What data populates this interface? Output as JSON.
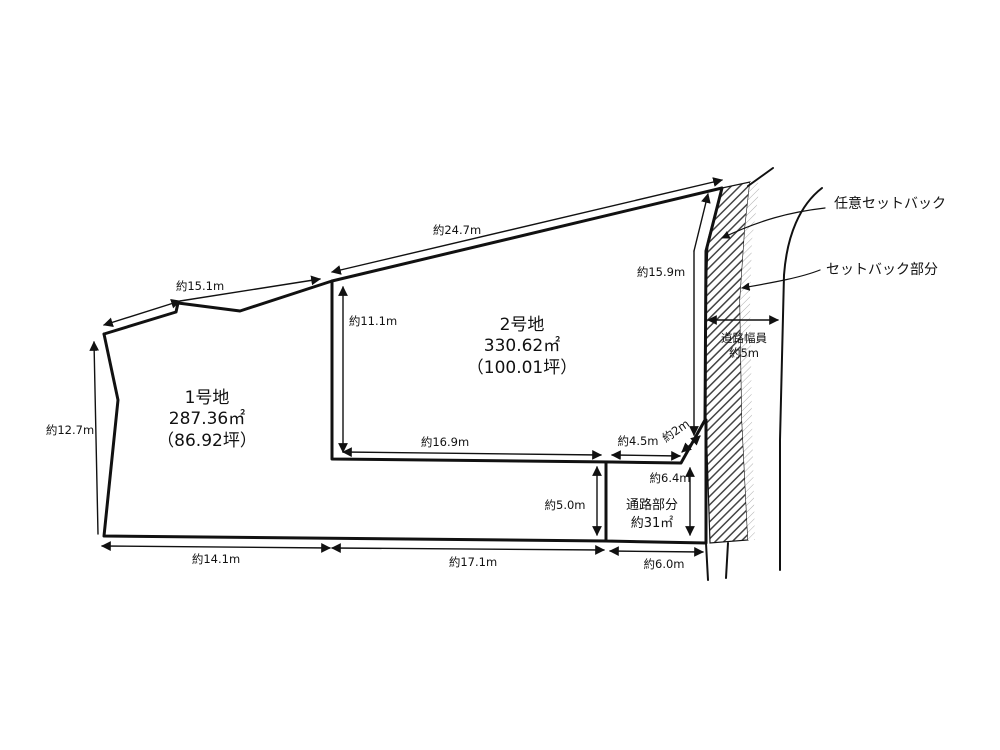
{
  "lots": {
    "lot1": {
      "name": "1号地",
      "area_m2": "287.36㎡",
      "area_tsubo": "（86.92坪）"
    },
    "lot2": {
      "name": "2号地",
      "area_m2": "330.62㎡",
      "area_tsubo": "（100.01坪）"
    }
  },
  "road_portion": {
    "label": "通路部分",
    "area": "約31㎡"
  },
  "road_width": {
    "label": "道路幅員",
    "value": "約5m"
  },
  "callouts": {
    "optional_setback": "任意セットバック",
    "setback_portion": "セットバック部分"
  },
  "dimensions": {
    "d_15_1": "約15.1m",
    "d_24_7": "約24.7m",
    "d_15_9": "約15.9m",
    "d_11_1": "約11.1m",
    "d_12_7": "約12.7m",
    "d_16_9": "約16.9m",
    "d_4_5": "約4.5m",
    "d_2": "約2m",
    "d_6_4": "約6.4m",
    "d_5_0": "約5.0m",
    "d_14_1": "約14.1m",
    "d_17_1": "約17.1m",
    "d_6_0": "約6.0m"
  },
  "colors": {
    "line": "#111111",
    "hatch": "#555555",
    "background": "#ffffff"
  }
}
